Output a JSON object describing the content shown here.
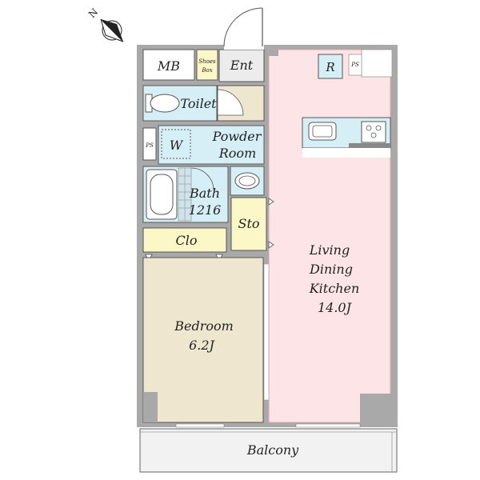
{
  "compass": {
    "label": "N"
  },
  "rooms": {
    "mb": "MB",
    "shoes_box": [
      "Shoes",
      "Box"
    ],
    "ent": "Ent",
    "r": "R",
    "ps": "PS",
    "toilet": "Toilet",
    "w": "W",
    "powder_room": [
      "Powder",
      "Room"
    ],
    "bath": [
      "Bath",
      "1216"
    ],
    "sto": "Sto",
    "clo": "Clo",
    "ldk": [
      "Living",
      "Dining",
      "Kitchen",
      "14.0J"
    ],
    "bedroom": [
      "Bedroom",
      "6.2J"
    ],
    "balcony": "Balcony"
  },
  "colors": {
    "ldk_fill": "#fde4e6",
    "bedroom_fill": "#efe6cf",
    "wet_fill": "#d6eef5",
    "storage_fill": "#fbf7c6",
    "wall": "#a9a9a9",
    "balcony_fill": "#f2f2f2"
  }
}
